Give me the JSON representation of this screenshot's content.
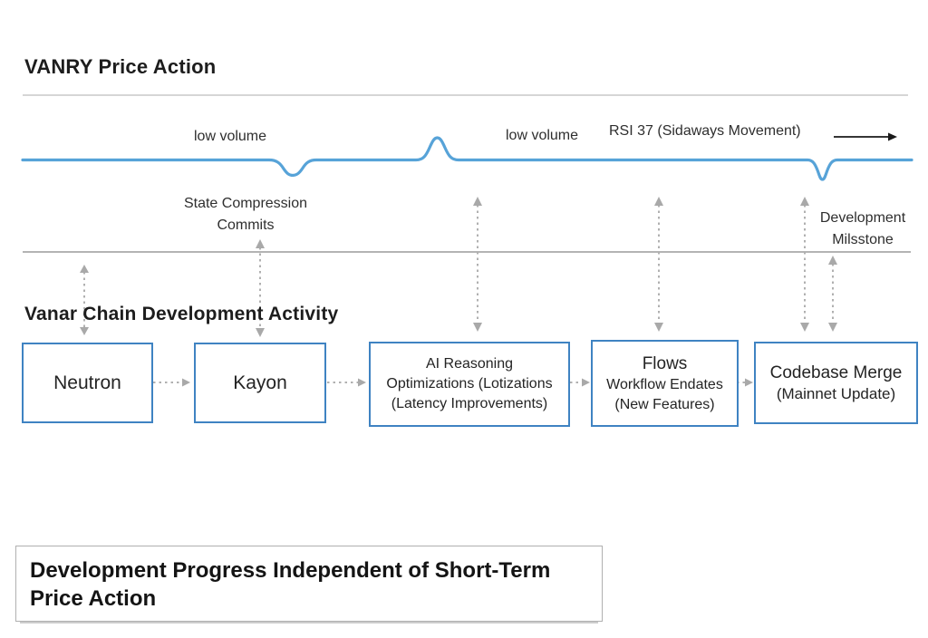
{
  "price_section": {
    "title": "VANRY Price Action",
    "low_volume_left": "low volume",
    "low_volume_right": "low volume",
    "rsi_label": "RSI 37 (Sidaways Movement)",
    "line_color": "#57a3d8"
  },
  "timeline_section": {
    "state_compression_line1": "State Compression",
    "state_compression_line2": "Commits",
    "milestone_line1": "Development",
    "milestone_line2": "Milsstone"
  },
  "development_section": {
    "heading": "Vanar Chain Development Activity",
    "border_color": "#3f83c2",
    "boxes": [
      {
        "lines": [
          "Neutron"
        ]
      },
      {
        "lines": [
          "Kayon"
        ]
      },
      {
        "lines": [
          "AI Reasoning",
          "Optimizations (Lotizations",
          "(Latency Improvements)"
        ]
      },
      {
        "lines": [
          "Flows",
          "Workflow Endates",
          "(New Features)"
        ]
      },
      {
        "lines": [
          "Codebase Merge",
          "(Mainnet Update)"
        ]
      }
    ]
  },
  "footer": {
    "line1": "Development Progress Independent of Short-Term",
    "line2": "Price Action"
  }
}
